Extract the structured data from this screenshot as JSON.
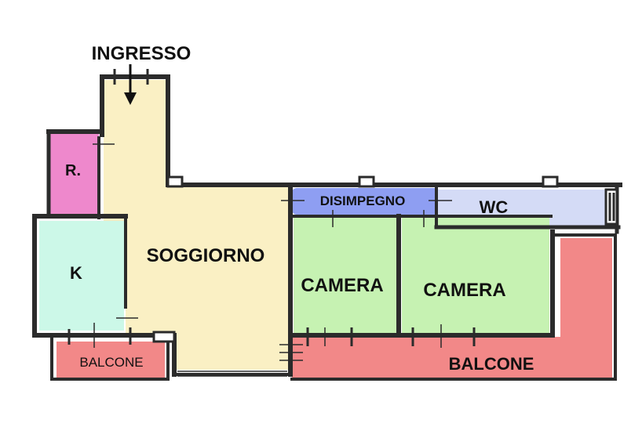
{
  "plan": {
    "entrance_label": "INGRESSO",
    "rooms": {
      "storage": "R.",
      "kitchen": "K",
      "living": "SOGGIORNO",
      "hallway": "DISIMPEGNO",
      "bathroom": "WC",
      "bedroom_1": "CAMERA",
      "bedroom_2": "CAMERA",
      "balcony_small": "BALCONE",
      "balcony_large": "BALCONE"
    },
    "colors": {
      "wall": "#2b2b2b",
      "living": "#faf0c4",
      "storage": "#ee88cc",
      "kitchen": "#ccf8e8",
      "hallway": "#8e9ef2",
      "bathroom": "#d4dbf6",
      "bedroom": "#c6f2b2",
      "balcony": "#f28888"
    }
  }
}
